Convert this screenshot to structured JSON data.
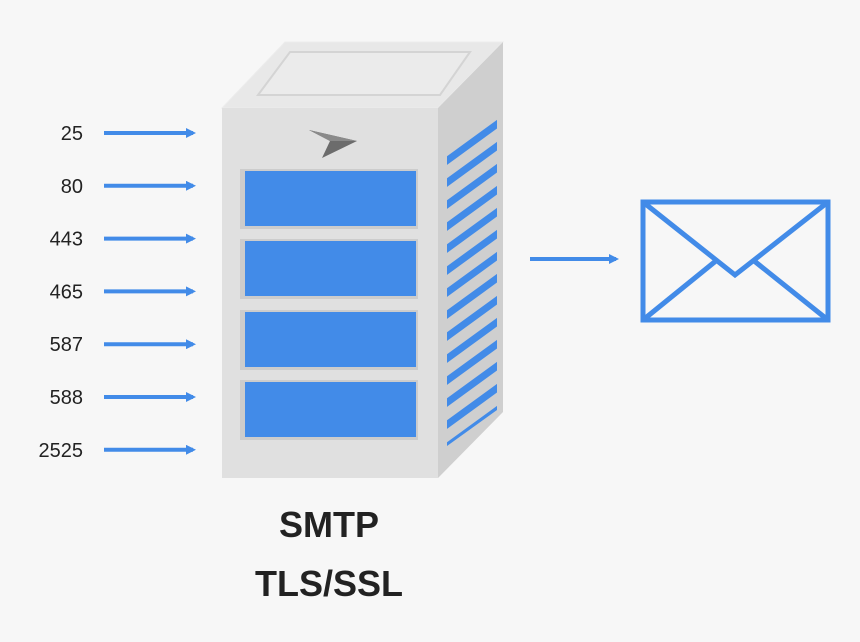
{
  "ports": [
    "25",
    "80",
    "443",
    "465",
    "587",
    "588",
    "2525"
  ],
  "caption": {
    "line1": "SMTP",
    "line2": "TLS/SSL"
  },
  "colors": {
    "accent": "#428be8",
    "server_front": "#e0e0e0",
    "server_side": "#cfcfcf",
    "server_top": "#e8e8e8",
    "background": "#f7f7f7",
    "text": "#222222"
  },
  "icons": {
    "server_logo": "paper-plane-icon",
    "output": "envelope-icon"
  }
}
